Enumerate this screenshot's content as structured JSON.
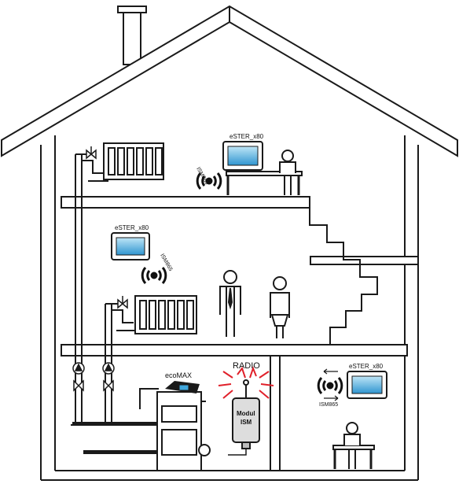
{
  "diagram": {
    "upper_panel_label": "eSTER_x80",
    "middle_panel_label": "eSTER_x80",
    "lower_panel_label": "eSTER_x80",
    "upper_signal_label": "ISM865",
    "middle_signal_label": "ISM865",
    "lower_signal_label": "ISM865",
    "boiler_label": "ecoMAX",
    "radio_label": "RADIO",
    "module_line1": "Modul",
    "module_line2": "ISM",
    "colors": {
      "outline": "#1a1a1a",
      "screen": "#3fa6dc",
      "screen_light": "#bfe6f7",
      "radio_burst": "#e0202a",
      "signal": "#111111"
    }
  }
}
